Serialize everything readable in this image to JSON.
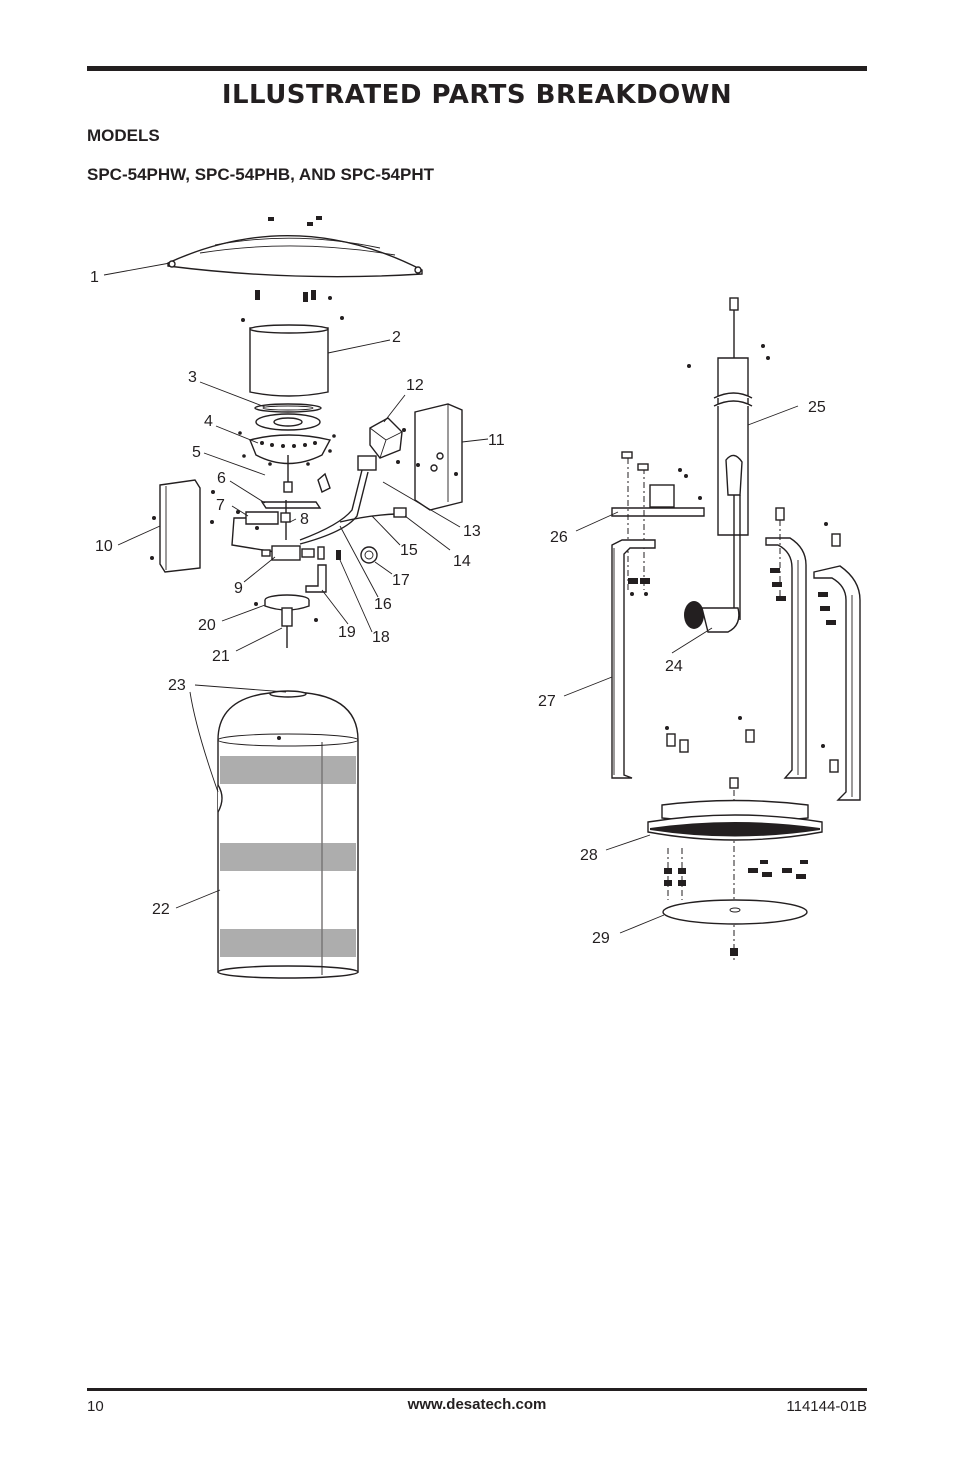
{
  "header": {
    "title": "ILLUSTRATED PARTS BREAKDOWN",
    "subtitle_models": "MODELS",
    "subtitle_model_list": "SPC-54PHW, SPC-54PHB, AND SPC-54PHT"
  },
  "diagram": {
    "part_numbers": [
      "1",
      "2",
      "3",
      "4",
      "5",
      "6",
      "7",
      "8",
      "9",
      "10",
      "11",
      "12",
      "13",
      "14",
      "15",
      "16",
      "17",
      "18",
      "19",
      "20",
      "21",
      "22",
      "23",
      "24",
      "25",
      "26",
      "27",
      "28",
      "29"
    ]
  },
  "footer": {
    "page_number": "10",
    "website": "www.desatech.com",
    "doc_number": "114144-01B"
  }
}
